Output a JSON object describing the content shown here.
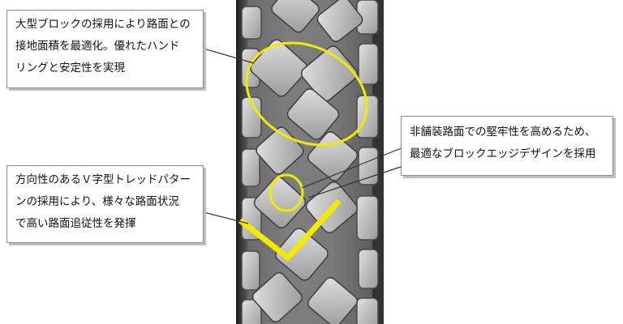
{
  "callouts": {
    "top": {
      "lines": [
        "大型ブロックの採用により路面との",
        "接地面積を最適化。優れたハンド",
        "リングと安定性を実現"
      ]
    },
    "right": {
      "lines": [
        "非舗装路面での堅牢性を高めるため、",
        "最適なブロックエッジデザインを採用"
      ]
    },
    "left": {
      "lines": [
        "方向性のあるＶ字型トレッドパター",
        "ンの採用により、様々な路面状況",
        "で高い路面追従性を発揮"
      ]
    }
  },
  "colors": {
    "highlight": "#f2ea00",
    "tread_light": "#bdbdbd",
    "tread_dark": "#3a3a3a",
    "callout_border": "#8c8c8c",
    "leader_line": "#333333"
  }
}
